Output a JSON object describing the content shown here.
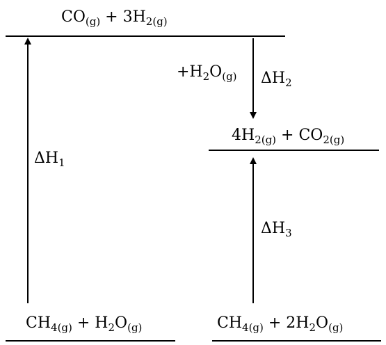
{
  "levels": {
    "top": {
      "parts": [
        {
          "t": "CO"
        },
        {
          "s": "(g)"
        },
        {
          "t": " + 3H"
        },
        {
          "s": "2(g)"
        }
      ]
    },
    "middle": {
      "parts": [
        {
          "t": "4H"
        },
        {
          "s": "2(g)"
        },
        {
          "t": " + CO"
        },
        {
          "s": "2(g)"
        }
      ]
    },
    "bottom_left": {
      "parts": [
        {
          "t": "CH"
        },
        {
          "s": "4(g)"
        },
        {
          "t": " + H"
        },
        {
          "s": "2"
        },
        {
          "t": "O"
        },
        {
          "s": "(g)"
        }
      ]
    },
    "bottom_right": {
      "parts": [
        {
          "t": "CH"
        },
        {
          "s": "4(g)"
        },
        {
          "t": " + 2H"
        },
        {
          "s": "2"
        },
        {
          "t": "O"
        },
        {
          "s": "(g)"
        }
      ]
    }
  },
  "arrows": {
    "dh1": {
      "parts": [
        {
          "t": "ΔH"
        },
        {
          "s": "1"
        }
      ]
    },
    "dh2": {
      "parts": [
        {
          "t": "ΔH"
        },
        {
          "s": "2"
        }
      ]
    },
    "dh3": {
      "parts": [
        {
          "t": "ΔH"
        },
        {
          "s": "3"
        }
      ]
    },
    "dh2_reagent": {
      "parts": [
        {
          "t": "+H"
        },
        {
          "s": "2"
        },
        {
          "t": "O"
        },
        {
          "s": "(g)"
        }
      ]
    }
  },
  "colors": {
    "line": "#000000"
  }
}
